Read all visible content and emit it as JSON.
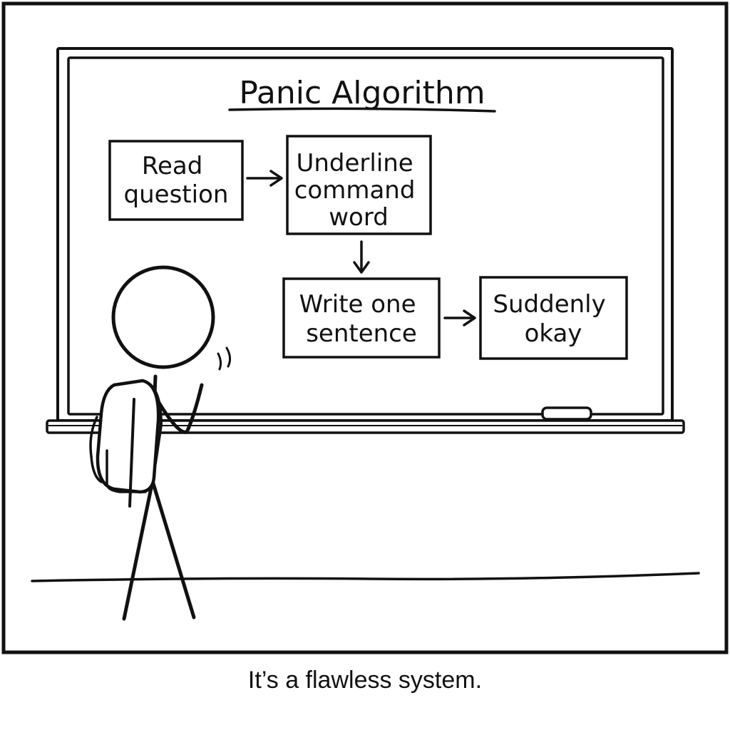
{
  "board": {
    "title": "Panic Algorithm",
    "boxes": [
      {
        "lines": [
          "Read",
          "question"
        ]
      },
      {
        "lines": [
          "Underline",
          "command",
          "word"
        ]
      },
      {
        "lines": [
          "Write one",
          "sentence"
        ]
      },
      {
        "lines": [
          "Suddenly",
          "okay"
        ]
      }
    ]
  },
  "caption": "It’s a flawless system.",
  "colors": {
    "ink": "#111111",
    "paper": "#ffffff"
  }
}
